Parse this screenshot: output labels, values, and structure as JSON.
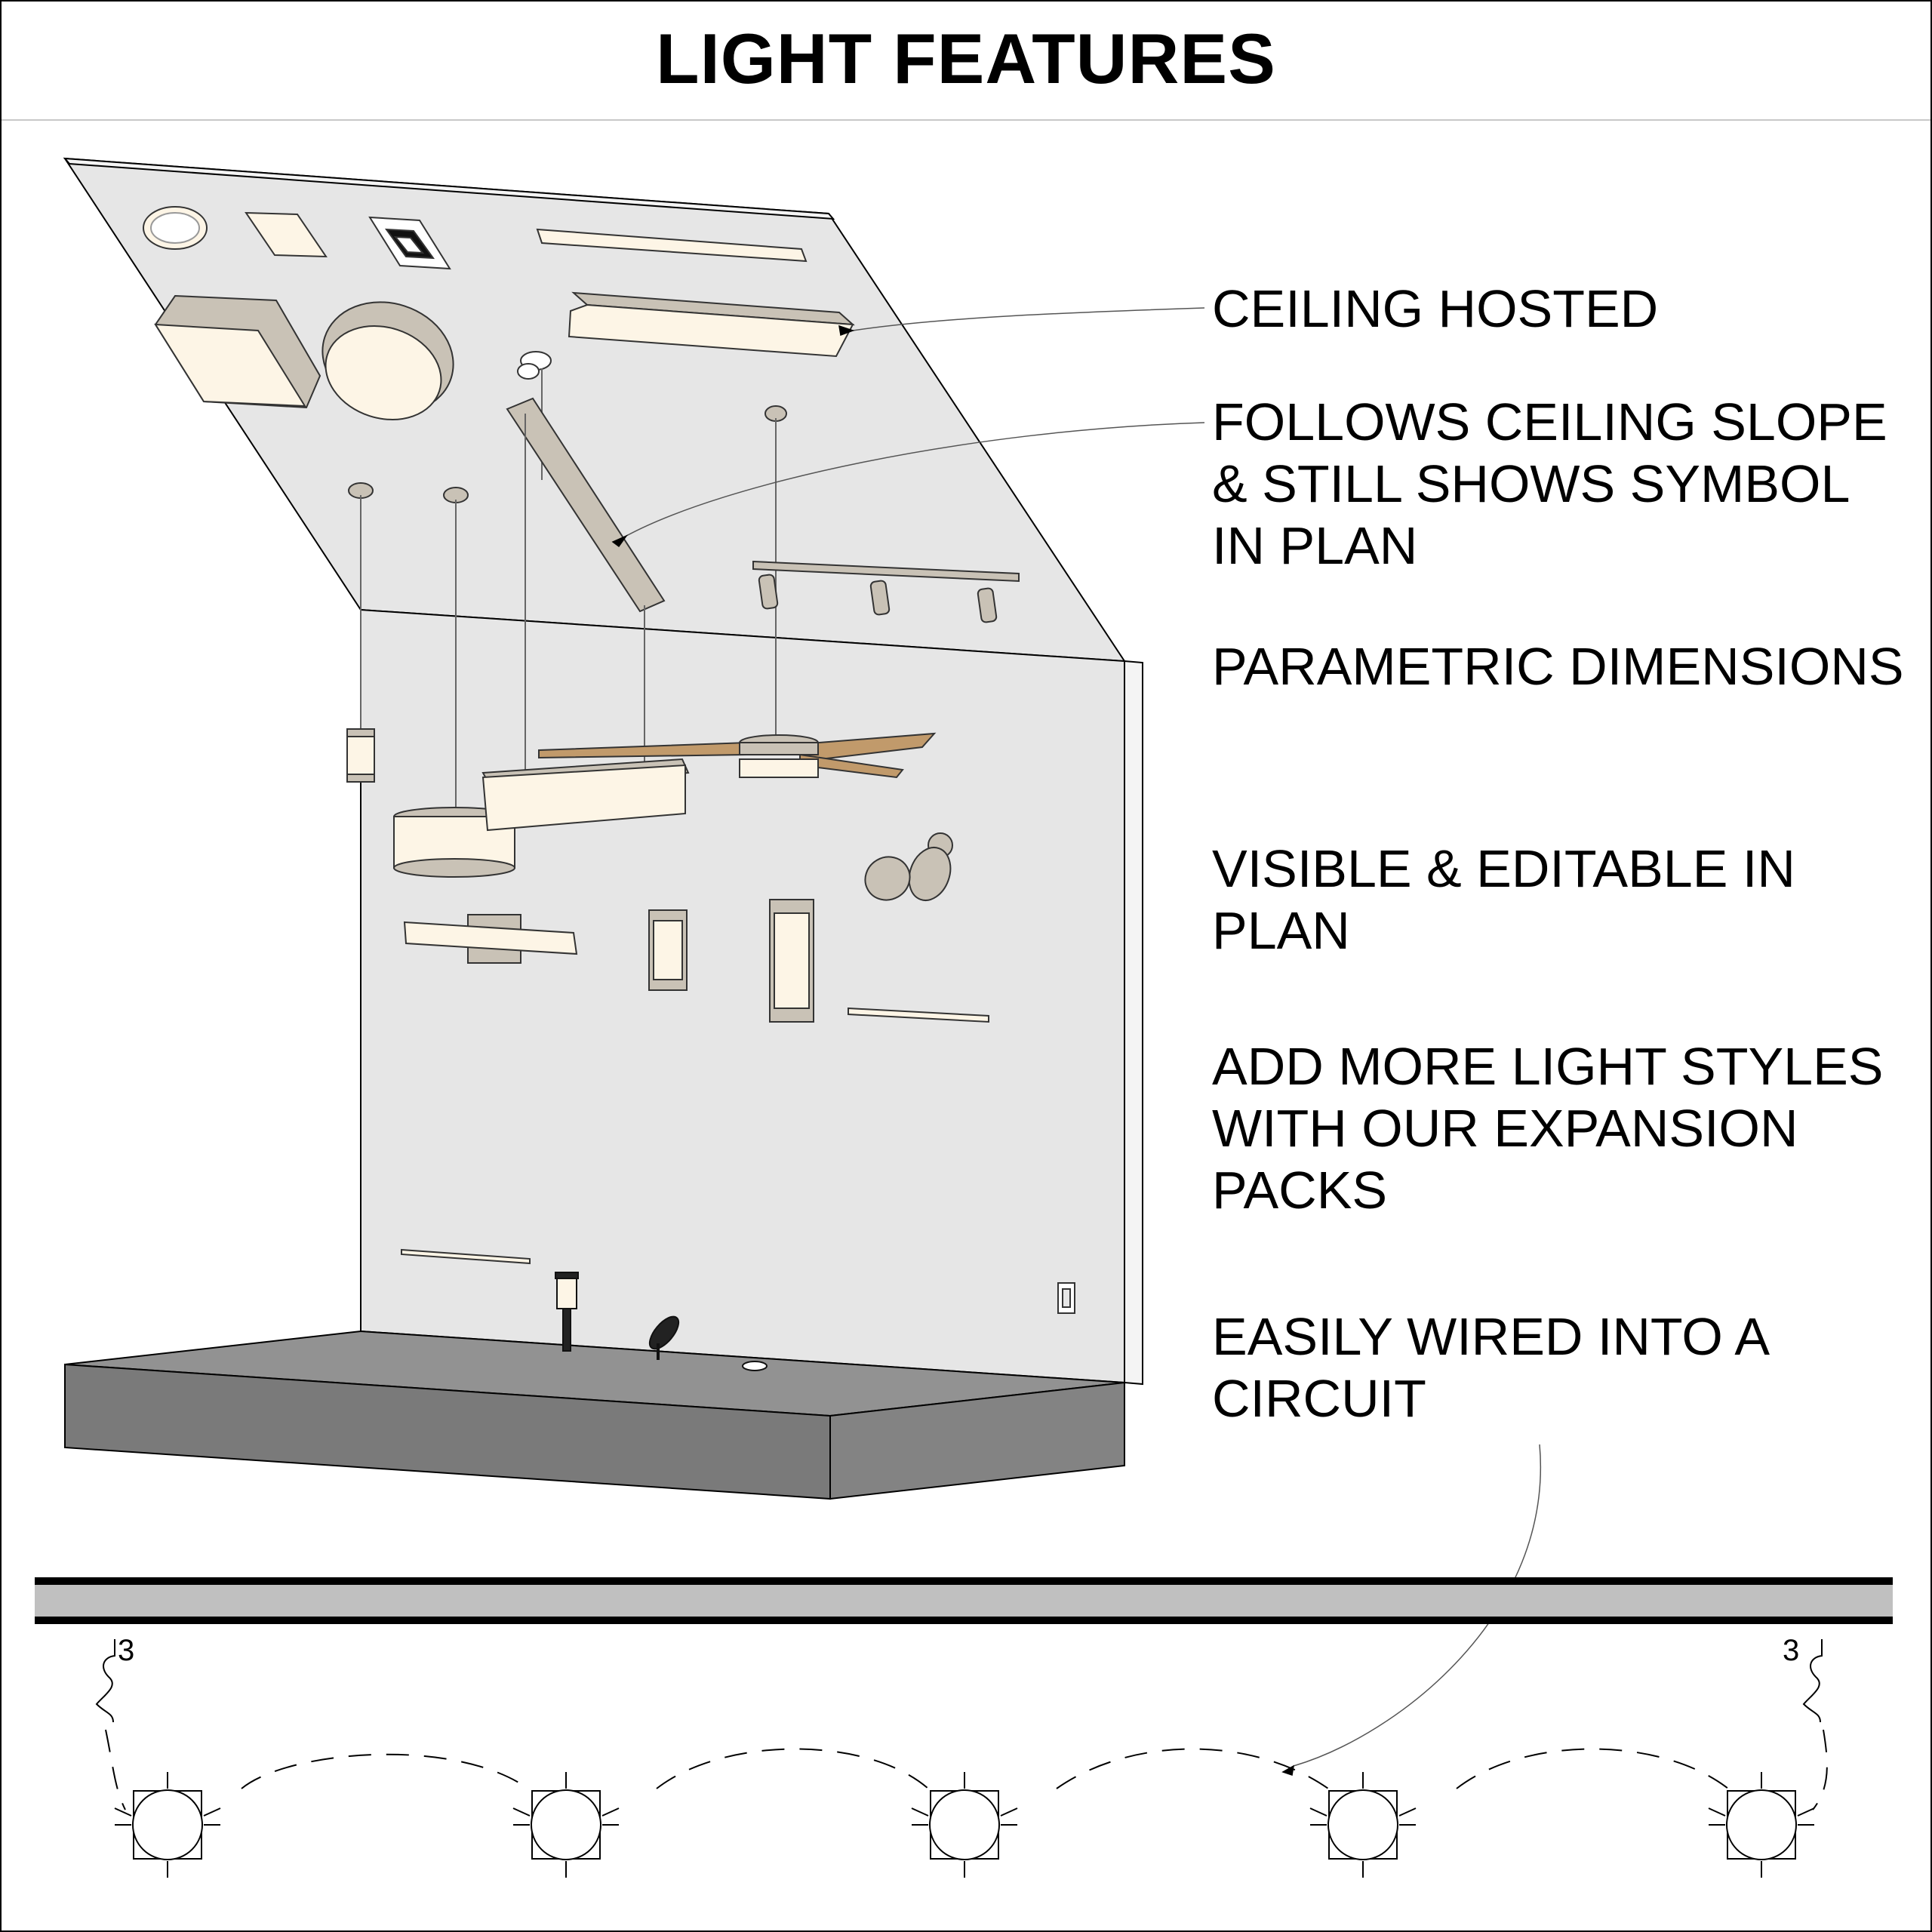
{
  "title": "LIGHT FEATURES",
  "features": [
    "CEILING HOSTED",
    "FOLLOWS CEILING SLOPE & STILL SHOWS SYMBOL IN PLAN",
    "PARAMETRIC DIMENSIONS",
    "VISIBLE & EDITABLE IN PLAN",
    "ADD MORE LIGHT STYLES WITH OUR EXPANSION PACKS",
    "EASILY WIRED INTO A CIRCUIT"
  ],
  "circuit": {
    "label_left": "3",
    "label_right": "3"
  },
  "colors": {
    "wall": "#e6e6e6",
    "floor_top": "#929292",
    "floor_side": "#7a7a7a",
    "fixture_glow": "#fdf5e6",
    "fixture_trim": "#c9c2b6",
    "fan_blade": "#c19a6b",
    "wall_section": "#c0c0c0"
  }
}
